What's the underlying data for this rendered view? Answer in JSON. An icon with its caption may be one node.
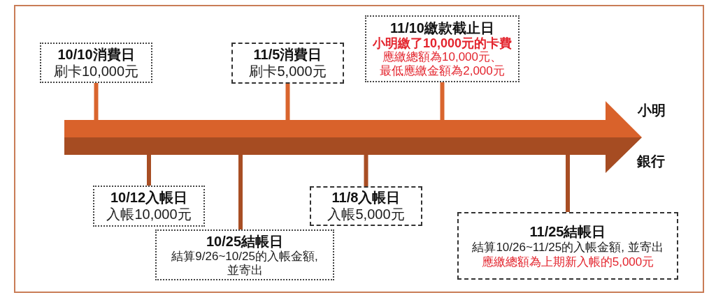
{
  "diagram": {
    "nodes": [
      {
        "text": [
          "10/10消費日",
          "刷卡10,000元"
        ]
      },
      {
        "text": [
          "11/5消費日",
          "刷卡5,000元"
        ]
      },
      {
        "text": [
          "11/10繳款截止日",
          "小明繳了10,000元的卡費",
          "應繳總額為10,000元、最低應繳金額為2,000元"
        ]
      },
      {
        "text": [],
        "shape": "arrow",
        "beside": [
          "小明"
        ]
      },
      {
        "text": [],
        "shape": "arrow",
        "beside": [
          "銀行"
        ]
      },
      {
        "text": [
          "10/12入帳日",
          "入帳10,000元"
        ]
      },
      {
        "text": [
          "10/25結帳日",
          "結算9/26~10/25的入帳金額, 並寄出"
        ]
      },
      {
        "text": [
          "11/8入帳日",
          "入帳5,000元"
        ]
      },
      {
        "text": [
          "11/25結帳日",
          "結算10/26~11/25的入帳金額, 並寄出",
          "應繳總額為上期新入帳的5,000元"
        ]
      }
    ],
    "edges": [
      {
        "from": 0,
        "to": 3,
        "arrow": "none",
        "color": "#d9652e"
      },
      {
        "from": 1,
        "to": 3,
        "arrow": "none",
        "color": "#d9652e"
      },
      {
        "from": 2,
        "to": 3,
        "arrow": "none",
        "color": "#d9652e"
      },
      {
        "from": 5,
        "to": 4,
        "arrow": "none"
      },
      {
        "from": 6,
        "to": 4,
        "arrow": "none"
      },
      {
        "from": 7,
        "to": 4,
        "arrow": "none"
      },
      {
        "from": 8,
        "to": 4,
        "arrow": "none"
      }
    ]
  }
}
